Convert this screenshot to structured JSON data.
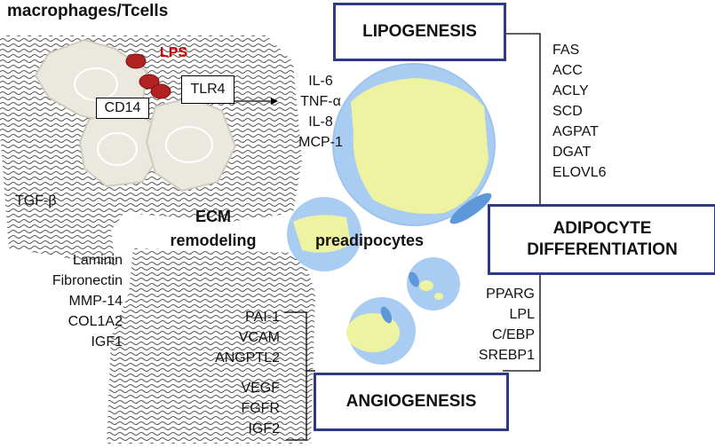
{
  "labels": {
    "cells_title": "macrophages/Tcells",
    "lps": "LPS",
    "cd14": "CD14",
    "tlr4": "TLR4",
    "tgfb": "TGF-β",
    "ecm_line1": "ECM",
    "ecm_line2": "remodeling",
    "preadipocytes": "preadipocytes"
  },
  "boxes": {
    "lipogenesis": "LIPOGENESIS",
    "adipocyte_line1": "ADIPOCYTE",
    "adipocyte_line2": "DIFFERENTIATION",
    "angiogenesis": "ANGIOGENESIS"
  },
  "cytokines": [
    "IL-6",
    "TNF-α",
    "IL-8",
    "MCP-1"
  ],
  "lipogenesis_genes": [
    "FAS",
    "ACC",
    "ACLY",
    "SCD",
    "AGPAT",
    "DGAT",
    "ELOVL6"
  ],
  "differentiation_genes": [
    "PPARG",
    "LPL",
    "C/EBP",
    "SREBP1"
  ],
  "ecm_genes": [
    "Laminin",
    "Fibronectin",
    "MMP-14",
    "COL1A2",
    "IGF1"
  ],
  "angiogenesis_genes": [
    "PAI-1",
    "VCAM",
    "ANGPTL2",
    "VEGF",
    "FGFR",
    "IGF2"
  ],
  "colors": {
    "box_border": "#2e3a87",
    "lps": "#cc0000",
    "lps_dot": "#b22222",
    "cell_fill": "#ebe9df",
    "adipocyte_blue": "#a9cdf2",
    "lipid_yellow": "#eef3a2"
  }
}
